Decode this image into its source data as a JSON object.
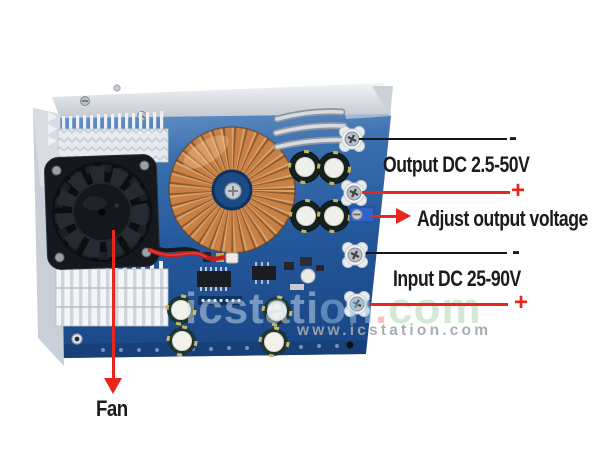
{
  "scene": {
    "colors": {
      "pcb_blue": "#2a62a6",
      "case_aluminum": "#d6dbe1",
      "inductor_copper": "#c98347",
      "annotation_red": "#e8261d",
      "annotation_black": "#1b1b1d",
      "watermark_gray": "#a2a7ad"
    }
  },
  "annotations": {
    "output": {
      "label": "Output DC 2.5-50V",
      "negative": "-",
      "positive": "+"
    },
    "adjust": {
      "label": "Adjust output voltage"
    },
    "input": {
      "label": "Input DC 25-90V",
      "negative": "-",
      "positive": "+"
    },
    "fan": {
      "label": "Fan"
    }
  },
  "watermark": {
    "large": {
      "seg1": "icstati",
      "seg2": "on",
      "dot": ".",
      "seg3": "com"
    },
    "small": "www.icstation.com"
  }
}
